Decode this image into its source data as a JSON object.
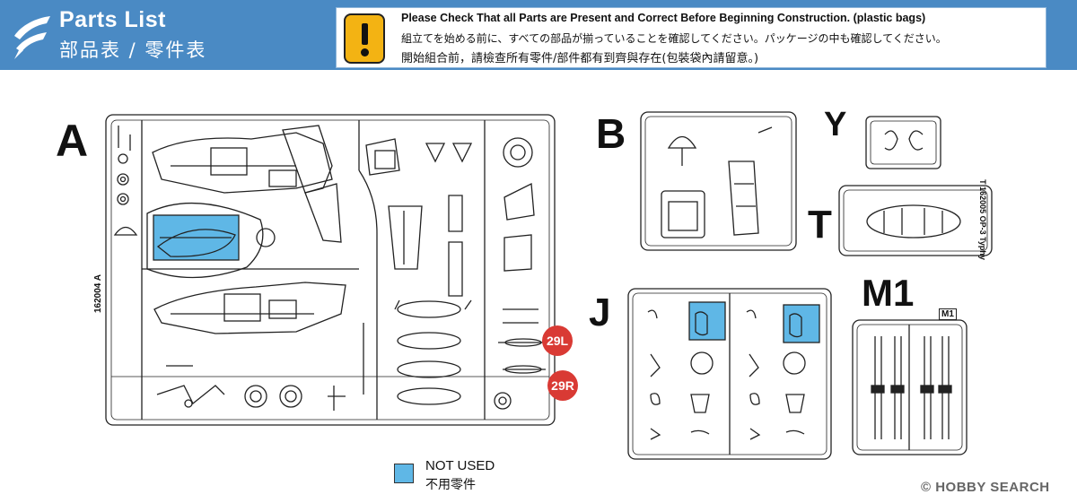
{
  "header": {
    "title_en": "Parts List",
    "title_ja": "部品表 / 零件表",
    "notice": {
      "en": "Please Check That all Parts are Present and Correct Before Beginning Construction. (plastic bags)",
      "ja": "組立てを始める前に、すべての部品が揃っていることを確認してください。パッケージの中も確認してください。",
      "zh": "開始組合前，請檢查所有零件/部件都有到齊與存在(包裝袋內請留意。)"
    },
    "accent_color": "#4a8ac4",
    "warning_icon": "exclamation-warning-icon"
  },
  "sprues": {
    "A": {
      "letter": "A",
      "code": "162004 A"
    },
    "B": {
      "letter": "B"
    },
    "Y": {
      "letter": "Y"
    },
    "T": {
      "letter": "T",
      "code": "T 162005 OP-3 Typhy"
    },
    "J": {
      "letter": "J"
    },
    "M1": {
      "letter": "M1",
      "tab": "M1"
    }
  },
  "badges": {
    "left": "29L",
    "right": "29R"
  },
  "legend": {
    "en": "NOT USED",
    "ja": "不用零件",
    "color": "#5fb7e6"
  },
  "watermark": "© HOBBY SEARCH"
}
